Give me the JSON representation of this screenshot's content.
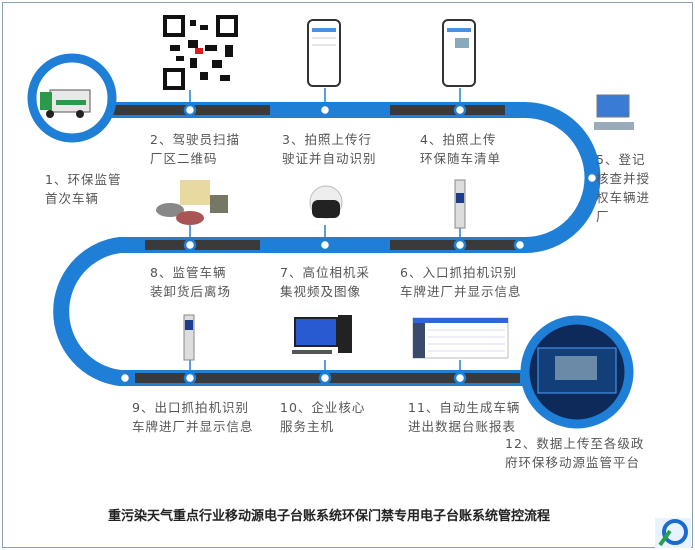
{
  "steps": [
    {
      "line1": "1、环保监管",
      "line2": "首次车辆"
    },
    {
      "line1": "2、驾驶员扫描",
      "line2": "厂区二维码"
    },
    {
      "line1": "3、拍照上传行",
      "line2": "驶证并自动识别"
    },
    {
      "line1": "4、拍照上传",
      "line2": "环保随车清单"
    },
    {
      "line1": "5、登记",
      "line2": "核查并授",
      "line3": "权车辆进",
      "line4": "厂"
    },
    {
      "line1": "6、入口抓拍机识别",
      "line2": "车牌进厂并显示信息"
    },
    {
      "line1": "7、高位相机采",
      "line2": "集视频及图像"
    },
    {
      "line1": "8、监管车辆",
      "line2": "装卸货后离场"
    },
    {
      "line1": "9、出口抓拍机识别",
      "line2": "车牌进厂并显示信息"
    },
    {
      "line1": "10、企业核心",
      "line2": "服务主机"
    },
    {
      "line1": "11、自动生成车辆",
      "line2": "进出数据台账报表"
    },
    {
      "line1": "12、数据上传至各级政",
      "line2": "府环保移动源监管平台"
    }
  ],
  "title": "重污染天气重点行业移动源电子台账系统环保门禁专用电子台账系统管控流程",
  "colors": {
    "blue": "#1f7fd6",
    "road": "#3a3a3a"
  }
}
